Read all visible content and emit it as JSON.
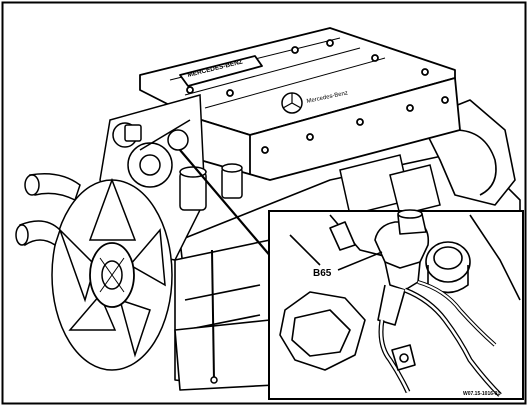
{
  "figure": {
    "callout_label": "B65",
    "reference_code": "W07.15-1016-01",
    "brand_plate_text": "MERCEDES-BENZ",
    "brand_script_text": "Mercedes-Benz"
  },
  "colors": {
    "ink": "#000000",
    "paper": "#ffffff"
  }
}
